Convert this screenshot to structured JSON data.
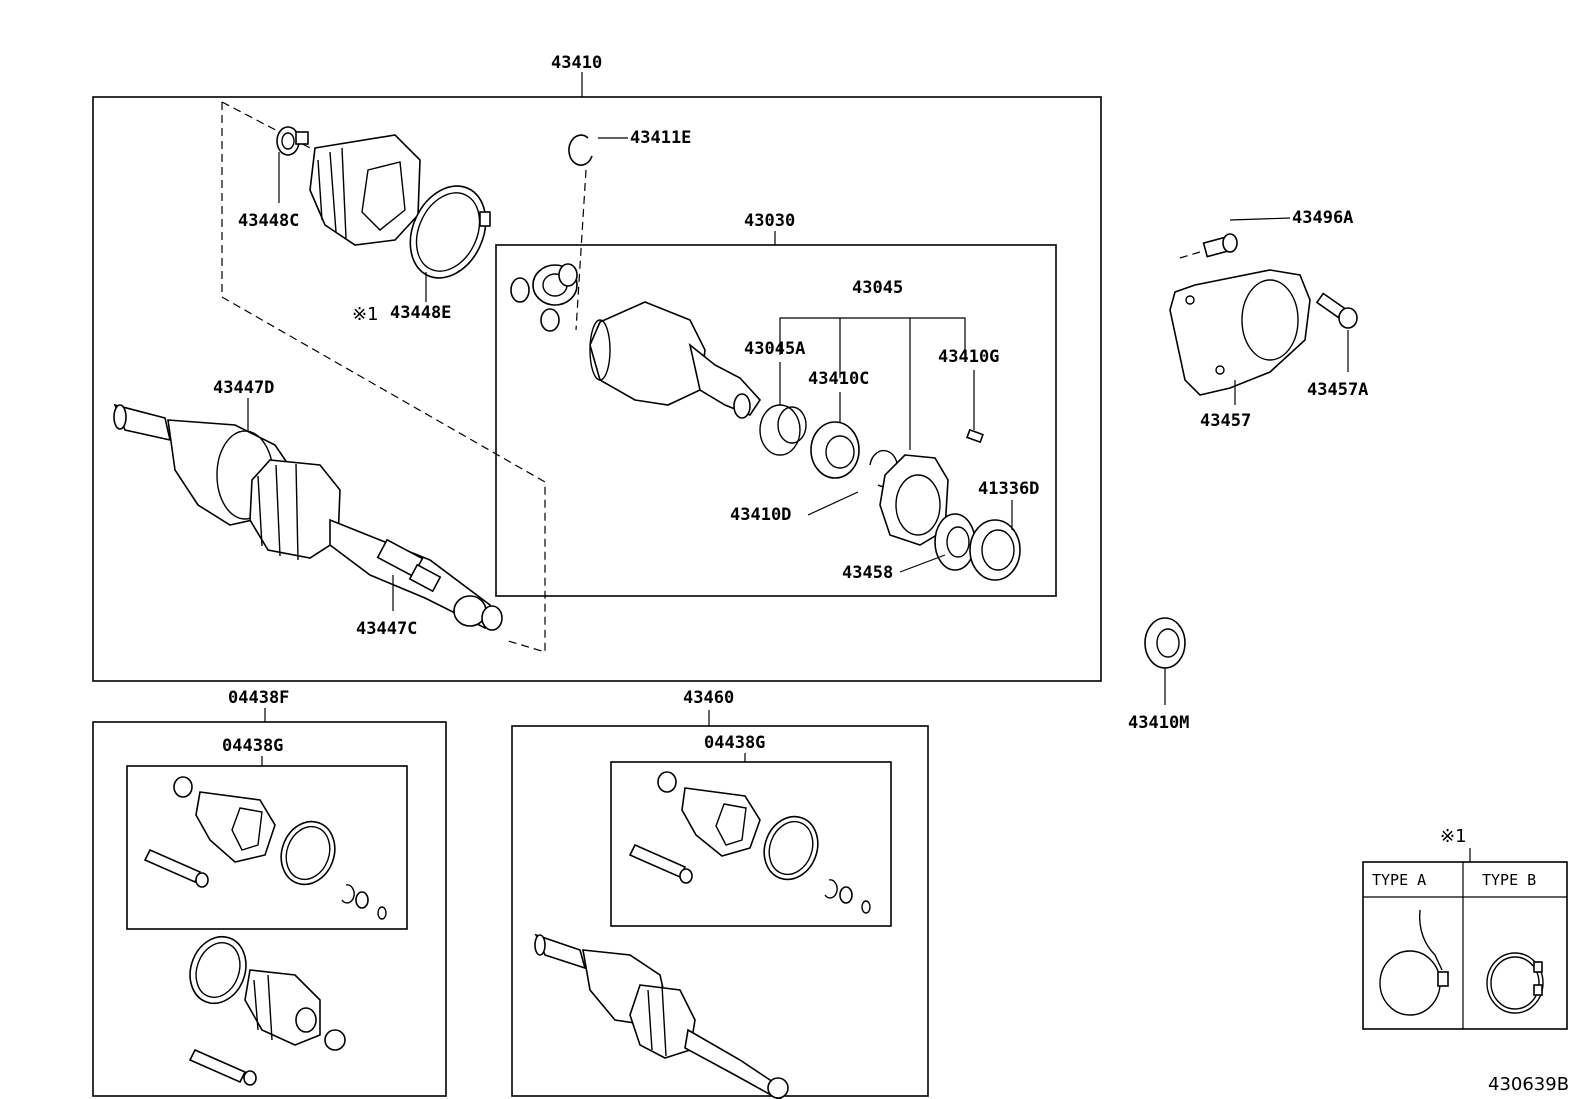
{
  "diagram": {
    "labels": {
      "l43410": "43410",
      "l43411E": "43411E",
      "l43448C": "43448C",
      "l43448E": "43448E",
      "l43448E_mark": "※1",
      "l43030": "43030",
      "l43045": "43045",
      "l43045A": "43045A",
      "l43410C": "43410C",
      "l43410G": "43410G",
      "l43447D": "43447D",
      "l43447C": "43447C",
      "l43410D": "43410D",
      "l41336D": "41336D",
      "l43458": "43458",
      "l43496A": "43496A",
      "l43457A": "43457A",
      "l43457": "43457",
      "l43410M": "43410M",
      "l04438F": "04438F",
      "l04438G_a": "04438G",
      "l43460": "43460",
      "l04438G_b": "04438G"
    },
    "legend": {
      "mark": "※1",
      "type_a": "TYPE  A",
      "type_b": "TYPE  B"
    },
    "figure_id": "430639B"
  }
}
